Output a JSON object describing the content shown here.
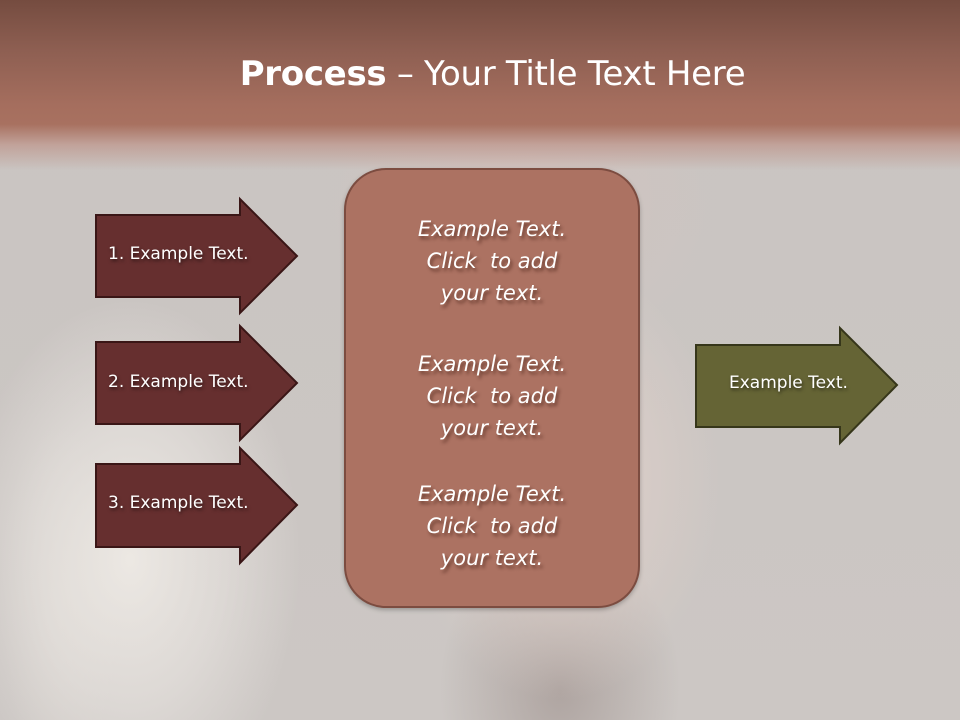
{
  "slide": {
    "title_bold": "Process",
    "title_rest": " – Your Title Text Here"
  },
  "colors": {
    "header": "#a56e5e",
    "input_arrow_fill": "#662f2f",
    "input_arrow_border": "#3a1616",
    "center_box_fill": "#ac7262",
    "center_box_border": "#7c4c40",
    "output_arrow_fill": "#656435",
    "output_arrow_border": "#36361a"
  },
  "input_arrows": [
    {
      "label": "1. Example Text."
    },
    {
      "label": "2. Example Text."
    },
    {
      "label": "3. Example Text."
    }
  ],
  "center_box": {
    "blocks": [
      {
        "lines": [
          "Example Text.",
          "Click  to add",
          "your text."
        ]
      },
      {
        "lines": [
          "Example Text.",
          "Click  to add",
          "your text."
        ]
      },
      {
        "lines": [
          "Example Text.",
          "Click  to add",
          "your text."
        ]
      }
    ]
  },
  "output_arrow": {
    "label": "Example Text."
  }
}
